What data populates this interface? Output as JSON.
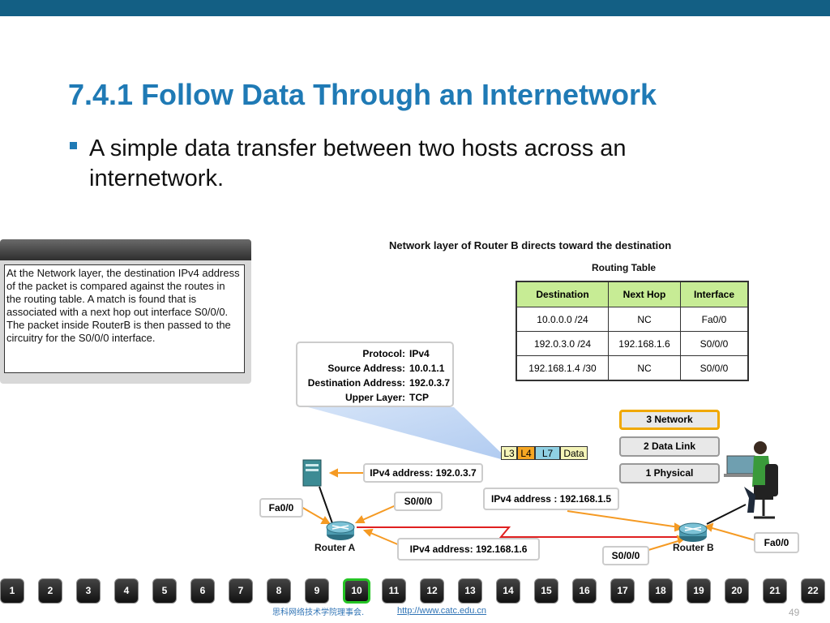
{
  "slide": {
    "title": "7.4.1 Follow Data Through an Internetwork",
    "bullet": "A simple data transfer between two hosts across an internetwork.",
    "page_number": "49"
  },
  "info_panel": {
    "text": "At the Network layer, the destination IPv4 address of the packet is compared against the routes in the routing table. A match is found that is associated with a next hop out interface S0/0/0. The packet inside RouterB is then passed to the circuitry for the S0/0/0 interface."
  },
  "diagram": {
    "title": "Network layer of Router B directs toward the destination",
    "routing_table": {
      "caption": "Routing Table",
      "headers": [
        "Destination",
        "Next Hop",
        "Interface"
      ],
      "rows": [
        [
          "10.0.0.0 /24",
          "NC",
          "Fa0/0"
        ],
        [
          "192.0.3.0 /24",
          "192.168.1.6",
          "S0/0/0"
        ],
        [
          "192.168.1.4 /30",
          "NC",
          "S0/0/0"
        ]
      ]
    },
    "packet_header": {
      "protocol_label": "Protocol:",
      "protocol_value": "IPv4",
      "source_label": "Source Address:",
      "source_value": "10.0.1.1",
      "dest_label": "Destination Address:",
      "dest_value": "192.0.3.7",
      "upper_label": "Upper Layer:",
      "upper_value": "TCP"
    },
    "pdu": [
      "L3",
      "L4",
      "L7",
      "Data"
    ],
    "layers": [
      "3 Network",
      "2 Data Link",
      "1 Physical"
    ],
    "labels": {
      "server_ip": "IPv4 address: 192.0.3.7",
      "router_a_fa": "Fa0/0",
      "router_a_s": "S0/0/0",
      "router_b_s_ip": "IPv4 address : 192.168.1.5",
      "router_a_s_ip": "IPv4 address: 192.168.1.6",
      "router_b_s": "S0/0/0",
      "router_b_fa": "Fa0/0"
    },
    "router_a": "Router A",
    "router_b": "Router B"
  },
  "nav": {
    "buttons": [
      "1",
      "2",
      "3",
      "4",
      "5",
      "6",
      "7",
      "8",
      "9",
      "10",
      "11",
      "12",
      "13",
      "14",
      "15",
      "16",
      "17",
      "18",
      "19",
      "20",
      "21",
      "22"
    ],
    "current": "10"
  },
  "footer": {
    "org": "思科网络技术学院理事会.",
    "url": "http://www.catc.edu.cn"
  },
  "colors": {
    "topbar": "#135f84",
    "title": "#1f7ab5",
    "table_header": "#c7ec95",
    "active_layer": "#f0a800",
    "serial_link": "#e02020",
    "arrow": "#f59a23",
    "current_nav": "#25c425"
  }
}
